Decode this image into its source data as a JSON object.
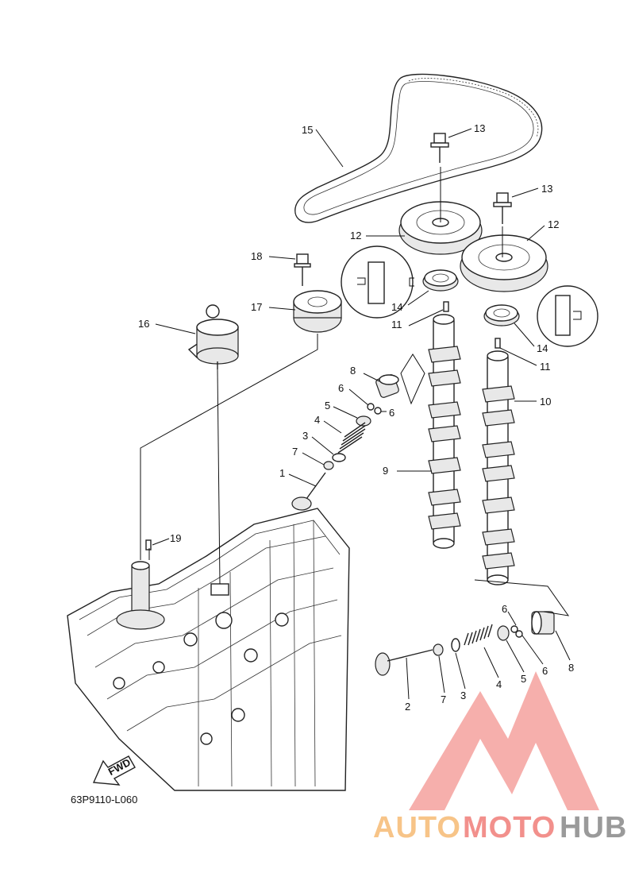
{
  "diagram_code": "63P9110-L060",
  "fwd_label": "FWD",
  "watermark": {
    "auto": "AUTO",
    "moto": "MOTO",
    "hub": "HUB",
    "color_auto": "#f7c488",
    "color_moto": "#f2908c",
    "color_hub": "#9a9a9a",
    "color_logo": "#f4a19d"
  },
  "callouts": [
    {
      "id": "c15",
      "label": "15"
    },
    {
      "id": "c13a",
      "label": "13"
    },
    {
      "id": "c13b",
      "label": "13"
    },
    {
      "id": "c12a",
      "label": "12"
    },
    {
      "id": "c12b",
      "label": "12"
    },
    {
      "id": "c18",
      "label": "18"
    },
    {
      "id": "c17",
      "label": "17"
    },
    {
      "id": "c16",
      "label": "16"
    },
    {
      "id": "c14a",
      "label": "14"
    },
    {
      "id": "c14b",
      "label": "14"
    },
    {
      "id": "c11a",
      "label": "11"
    },
    {
      "id": "c11b",
      "label": "11"
    },
    {
      "id": "c10",
      "label": "10"
    },
    {
      "id": "c9",
      "label": "9"
    },
    {
      "id": "c8a",
      "label": "8"
    },
    {
      "id": "c6a",
      "label": "6"
    },
    {
      "id": "c6b",
      "label": "6"
    },
    {
      "id": "c5a",
      "label": "5"
    },
    {
      "id": "c4a",
      "label": "4"
    },
    {
      "id": "c3a",
      "label": "3"
    },
    {
      "id": "c7a",
      "label": "7"
    },
    {
      "id": "c1",
      "label": "1"
    },
    {
      "id": "c19",
      "label": "19"
    },
    {
      "id": "c6c",
      "label": "6"
    },
    {
      "id": "c6d",
      "label": "6"
    },
    {
      "id": "c8b",
      "label": "8"
    },
    {
      "id": "c5b",
      "label": "5"
    },
    {
      "id": "c4b",
      "label": "4"
    },
    {
      "id": "c3b",
      "label": "3"
    },
    {
      "id": "c7b",
      "label": "7"
    },
    {
      "id": "c2",
      "label": "2"
    }
  ]
}
